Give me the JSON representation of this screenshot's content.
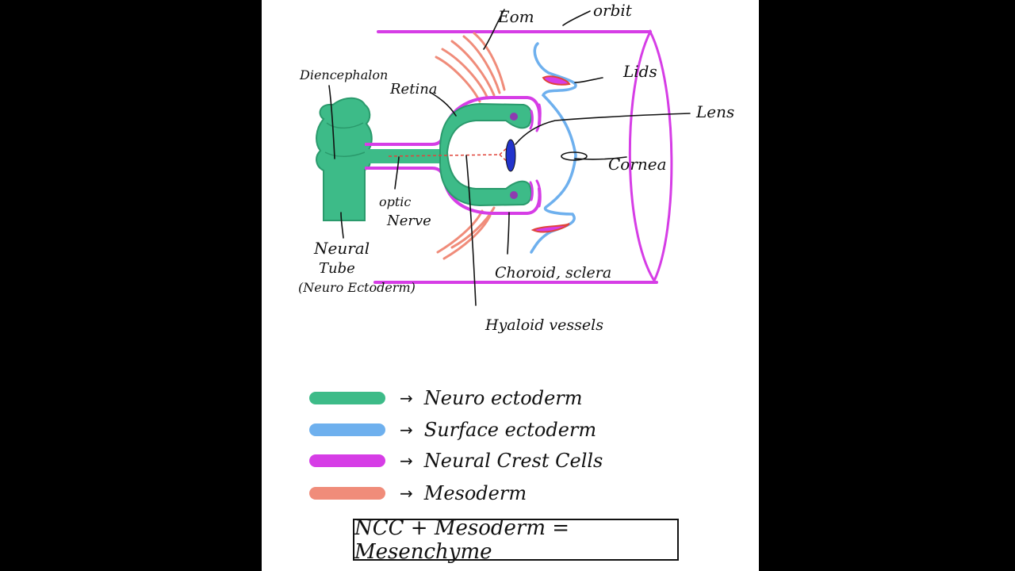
{
  "labels": {
    "eom": "Eom",
    "orbit": "orbit",
    "diencephalon": "Diencephalon",
    "retina": "Retina",
    "lids": "Lids",
    "lens": "Lens",
    "cornea": "Cornea",
    "optic_line1": "optic",
    "optic_line2": "Nerve",
    "neural_line1": "Neural",
    "neural_line2": "Tube",
    "neural_line3": "(Neuro Ectoderm)",
    "choroid": "Choroid, sclera",
    "hyaloid": "Hyaloid vessels"
  },
  "colors": {
    "neuroectoderm": "#3dbb88",
    "surface_ectoderm": "#6eb0ee",
    "neural_crest": "#d63de6",
    "mesoderm": "#f08c7a",
    "lens_blue": "#2233cc",
    "dots_purple": "#8e3bb0",
    "hyaloid_red": "#e0443a"
  },
  "legend": [
    {
      "label": "Neuro ectoderm",
      "color": "#3dbb88",
      "arrow": "→"
    },
    {
      "label": "Surface ectoderm",
      "color": "#6eb0ee",
      "arrow": "→"
    },
    {
      "label": "Neural Crest Cells",
      "color": "#d63de6",
      "arrow": "→"
    },
    {
      "label": "Mesoderm",
      "color": "#f08c7a",
      "arrow": "→"
    }
  ],
  "equation": "NCC + Mesoderm = Mesenchyme"
}
